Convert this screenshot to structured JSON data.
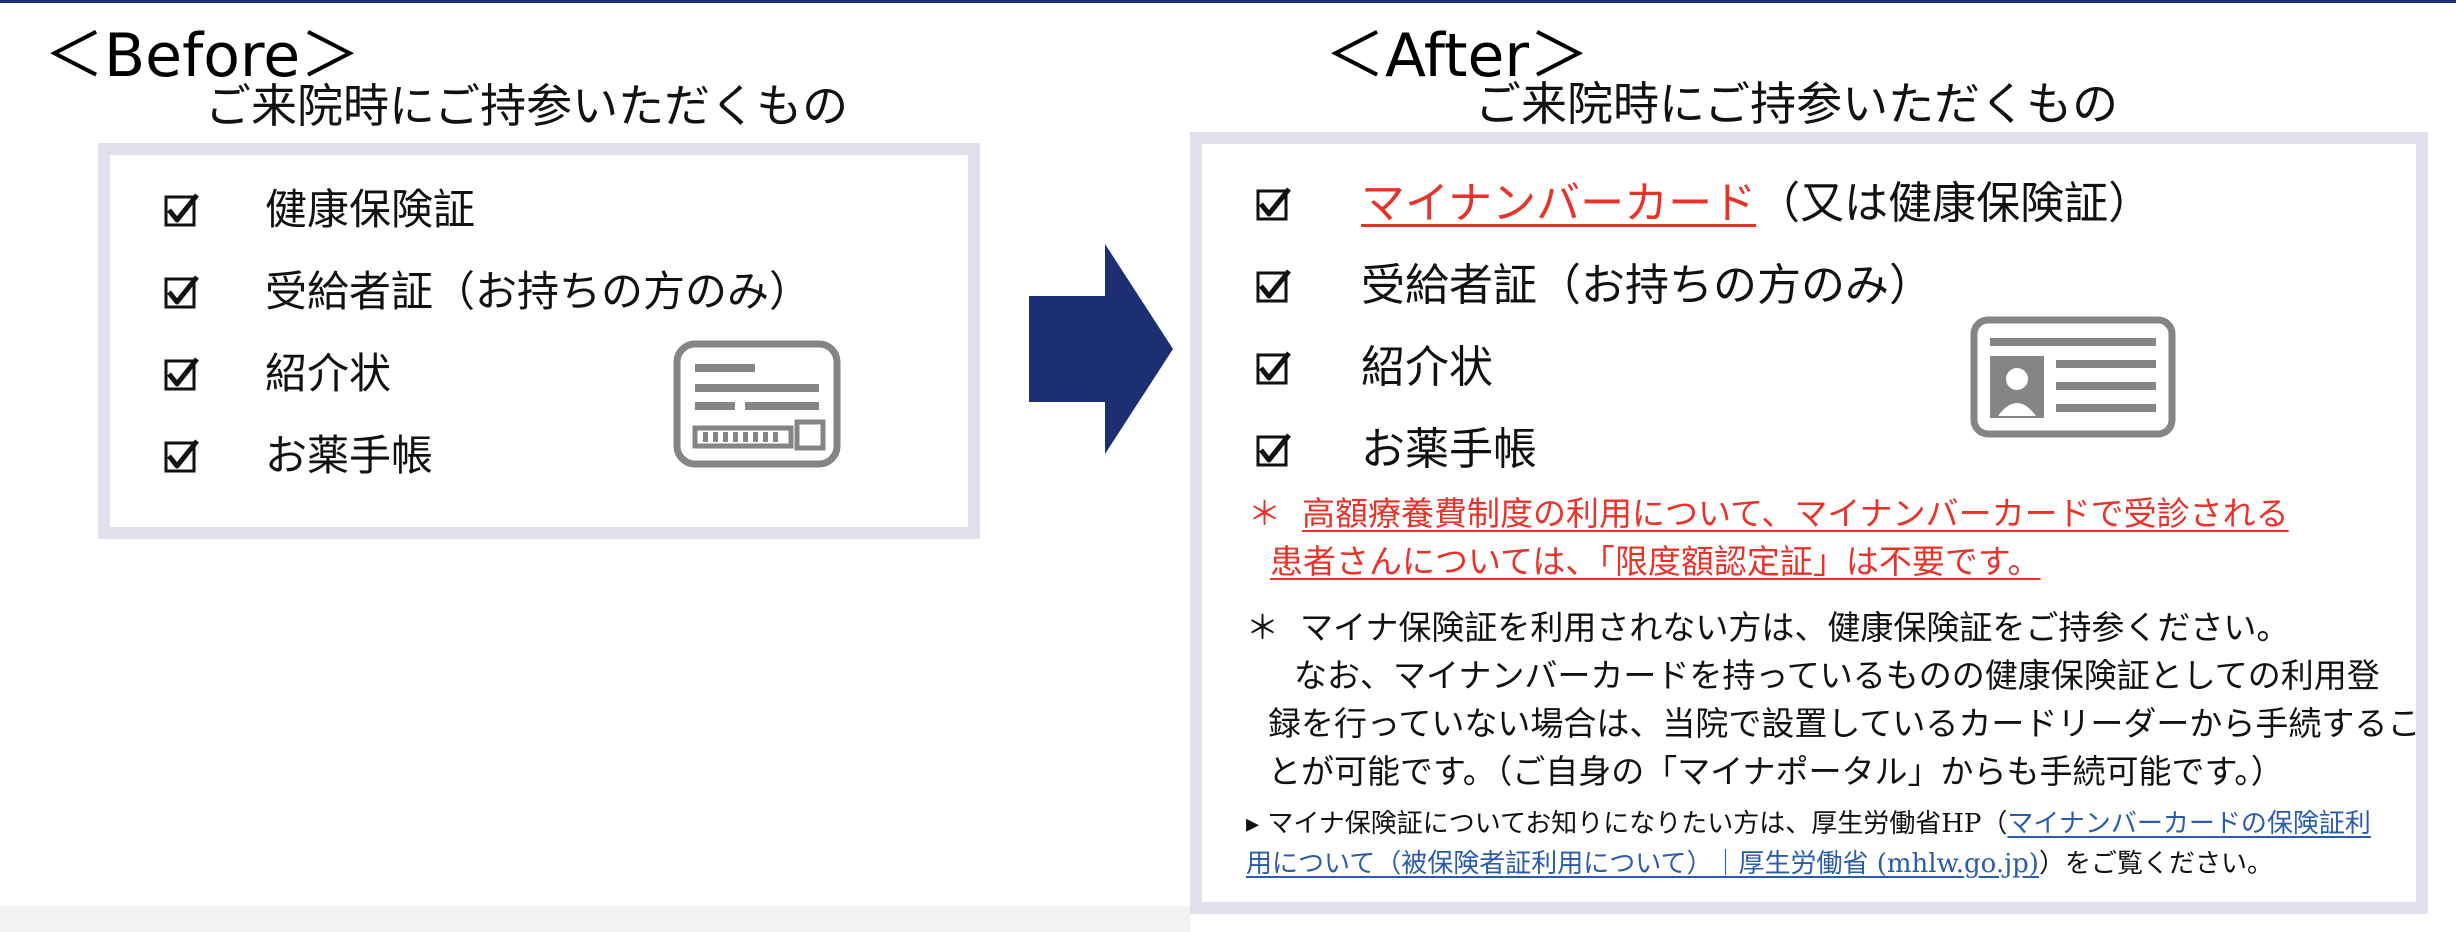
{
  "before": {
    "heading": "＜Before＞",
    "subtitle": "ご来院時にご持参いただくもの",
    "items": [
      {
        "label": "健康保険証"
      },
      {
        "label": "受給者証（お持ちの方のみ）"
      },
      {
        "label": "紹介状"
      },
      {
        "label": "お薬手帳"
      }
    ],
    "icon": "insurance-card-icon"
  },
  "arrow": {
    "icon": "right-arrow-icon",
    "color": "#1d2f73"
  },
  "after": {
    "heading": "＜After＞",
    "subtitle": "ご来院時にご持参いただくもの",
    "items": [
      {
        "highlight": "マイナンバーカード",
        "label": "（又は健康保険証）"
      },
      {
        "label": "受給者証（お持ちの方のみ）"
      },
      {
        "label": "紹介状"
      },
      {
        "label": "お薬手帳"
      }
    ],
    "icon": "my-number-card-icon",
    "note_red": {
      "star": "＊",
      "line1": "高額療養費制度の利用について、マイナンバーカードで受診される",
      "line2": "患者さんについては、「限度額認定証」は不要です。"
    },
    "note_black": {
      "star": "＊",
      "line1": "マイナ保険証を利用されない方は、健康保険証をご持参ください。",
      "line2": "なお、マイナンバーカードを持っているものの健康保険証としての利用登",
      "line3": "録を行っていない場合は、当院で設置しているカードリーダーから手続するこ",
      "line4": "とが可能です。（ご自身の「マイナポータル」からも手続可能です。）"
    },
    "reference": {
      "prefix": "▸ マイナ保険証についてお知りになりたい方は、厚生労働省HP（",
      "link_line1": "マイナンバーカードの保険証利",
      "link_line2": "用について（被保険者証利用について）｜厚生労働省 (mhlw.go.jp)",
      "suffix": "）をご覧ください。"
    }
  },
  "colors": {
    "box_border": "#e1e0ec",
    "highlight_red": "#e8332a",
    "link_blue": "#2a5cab",
    "icon_gray": "#858585"
  }
}
